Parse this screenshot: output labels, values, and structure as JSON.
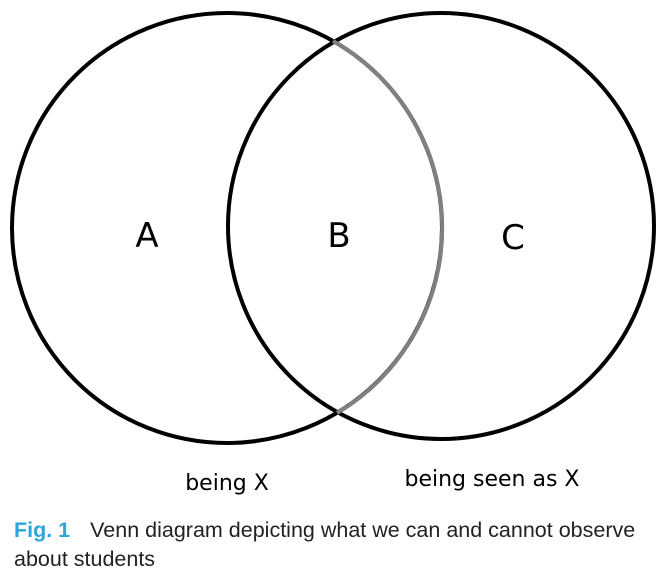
{
  "diagram": {
    "regions": {
      "a": "A",
      "b": "B",
      "c": "C"
    },
    "sets": {
      "left": "being X",
      "right": "being seen as X"
    }
  },
  "caption": {
    "label": "Fig. 1",
    "text": "Venn diagram depicting what we can and cannot observe about students"
  },
  "colors": {
    "outline": "#000000",
    "intersection_edge": "#808080",
    "caption_label": "#2aa6d9"
  }
}
